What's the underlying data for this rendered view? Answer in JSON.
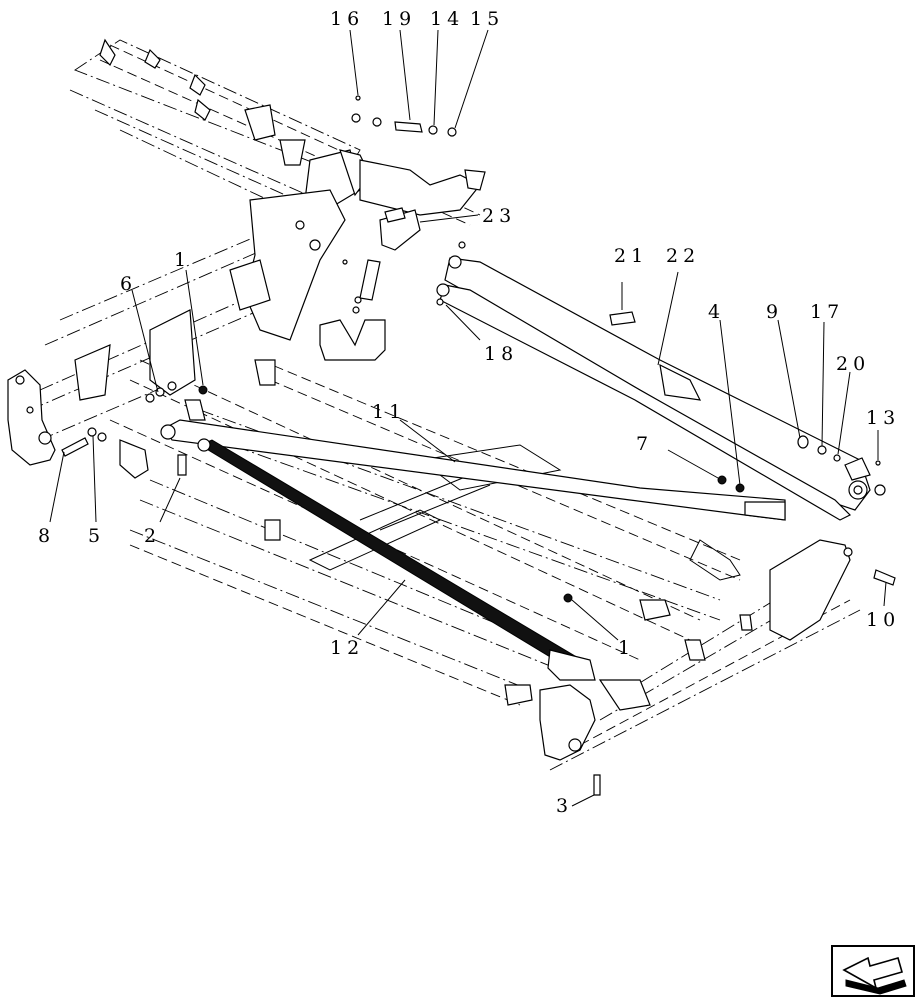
{
  "callouts": {
    "c16": "16",
    "c19": "19",
    "c14": "14",
    "c15": "15",
    "c23": "23",
    "c21": "21",
    "c22": "22",
    "c1a": "1",
    "c6": "6",
    "c18": "18",
    "c4": "4",
    "c9": "9",
    "c17": "17",
    "c20": "20",
    "c13": "13",
    "c11": "11",
    "c7": "7",
    "c8": "8",
    "c5": "5",
    "c2": "2",
    "c10": "10",
    "c12": "12",
    "c1b": "1",
    "c3": "3"
  },
  "nav_icon": "arrow-icon"
}
